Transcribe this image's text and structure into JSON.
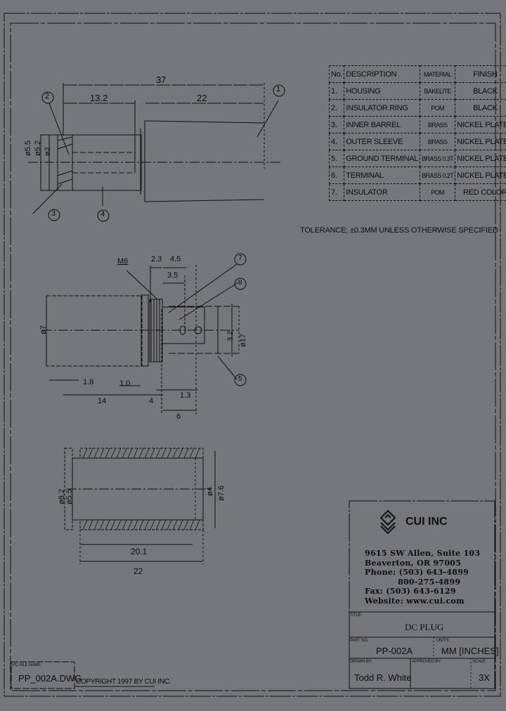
{
  "drawing": {
    "title": "DC PLUG",
    "part_no": "PP-002A",
    "units": "MM [INCHES]",
    "drawn_by": "Todd R. White",
    "approved_by": "",
    "scale": "3X",
    "pc_file_name": "PP_002A.DWG",
    "copyright": "COPYRIGHT 1997 BY CUI INC.",
    "tolerance_note": "TOLERANCE: ±0.3MM UNLESS OTHERWISE SPECIFIED"
  },
  "labels": {
    "title_label": "TITLE:",
    "part_no_label": "PART NO.",
    "units_label": "UNITS:",
    "drawn_by_label": "DRAWN BY:",
    "approved_by_label": "APPROVED BY:",
    "scale_label": "SCALE:",
    "pc_file_label": "PC FILE NAME:"
  },
  "company": {
    "name": "CUI INC",
    "address_line1": "9615 SW Allen, Suite 103",
    "address_line2": "Beaverton, OR  97005",
    "phone": "Phone: (503) 643-4899",
    "phone2": "800-275-4899",
    "fax": "Fax:   (503) 643-6129",
    "website": "Website: www.cui.com"
  },
  "parts_table": {
    "headers": [
      "No.",
      "DESCRIPTION",
      "MATERIAL",
      "FINISH"
    ],
    "rows": [
      {
        "no": "1.",
        "description": "HOUSING",
        "material": "BAKELITE",
        "finish": "BLACK"
      },
      {
        "no": "2.",
        "description": "INSULATOR RING",
        "material": "POM",
        "finish": "BLACK"
      },
      {
        "no": "3.",
        "description": "INNER BARREL",
        "material": "BRASS",
        "finish": "NICKEL PLATED"
      },
      {
        "no": "4.",
        "description": "OUTER SLEEVE",
        "material": "BRASS",
        "finish": "NICKEL PLATED"
      },
      {
        "no": "5.",
        "description": "GROUND TERMINAL",
        "material": "BRASS 0.3T",
        "finish": "NICKEL PLATED"
      },
      {
        "no": "6.",
        "description": "TERMINAL",
        "material": "BRASS 0.2T",
        "finish": "NICKEL PLATED"
      },
      {
        "no": "7.",
        "description": "INSULATOR",
        "material": "POM",
        "finish": "RED COLOR"
      }
    ]
  },
  "view1": {
    "dims": {
      "overall": "37",
      "front": "13.2",
      "housing": "22",
      "d1": "ø5.5",
      "d2": "ø5.2",
      "d3": "ø2"
    },
    "balloons": [
      "1",
      "2",
      "3",
      "4"
    ]
  },
  "view2": {
    "dims": {
      "thread": "M6",
      "a": "2.3",
      "b": "4.5",
      "c": "3.5",
      "dia": "ø7",
      "d32": "3.2",
      "d17": "ø17",
      "e": "1.8",
      "f": "1.0",
      "g": "14",
      "h": "4",
      "i": "1.3",
      "j": "6"
    },
    "balloons": [
      "7",
      "8",
      "5"
    ]
  },
  "view3": {
    "dims": {
      "od": "ø8.2",
      "id": "ø5.5",
      "inner_len": "20.1",
      "len": "22",
      "d4": "ø4",
      "d76": "ø7.6"
    }
  }
}
